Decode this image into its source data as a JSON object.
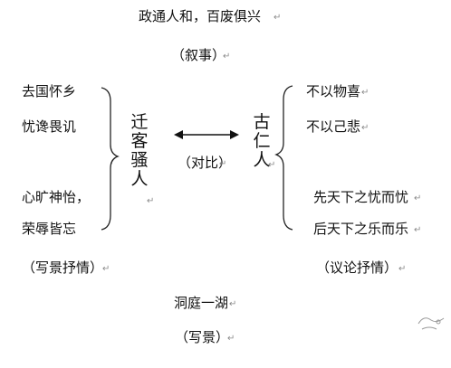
{
  "top": {
    "text": "政通人和，百废俱兴",
    "note": "（叙事）"
  },
  "left": {
    "lines": [
      "去国怀乡",
      "忧谗畏讥",
      "心旷神怡，",
      "荣辱皆忘"
    ],
    "note": "（写景抒情）",
    "vertical": [
      "迁",
      "客",
      "骚",
      "人"
    ]
  },
  "middle": {
    "note": "（对比）"
  },
  "right": {
    "vertical": [
      "古",
      "仁",
      "人"
    ],
    "lines": [
      "不以物喜",
      "不以己悲",
      "先天下之忧而忧",
      "后天下之乐而乐"
    ],
    "note": "（议论抒情）"
  },
  "bottom": {
    "text": "洞庭一湖",
    "note": "（写景）"
  },
  "colors": {
    "text": "#111111",
    "marks": "#8a8a8a",
    "background": "#ffffff"
  },
  "icons": {
    "paragraph_mark": "↵",
    "arrow": "double-headed-arrow",
    "bracket": "curly-brace"
  }
}
